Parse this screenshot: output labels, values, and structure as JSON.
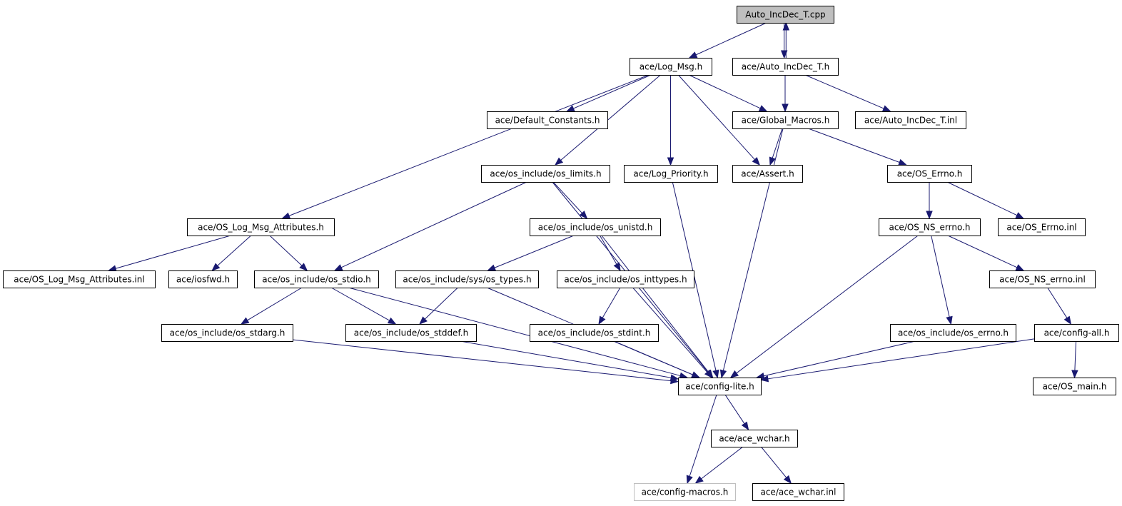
{
  "colors": {
    "edge": "#191970",
    "node_border": "#000000",
    "root_fill": "#bfbfbf",
    "missing_border": "#bfbfbf",
    "node_fill": "#ffffff"
  },
  "nodes": [
    {
      "id": "auto_cpp",
      "label": "Auto_IncDec_T.cpp",
      "kind": "root"
    },
    {
      "id": "log_msg",
      "label": "ace/Log_Msg.h"
    },
    {
      "id": "auto_h",
      "label": "ace/Auto_IncDec_T.h"
    },
    {
      "id": "default_const",
      "label": "ace/Default_Constants.h"
    },
    {
      "id": "global_macros",
      "label": "ace/Global_Macros.h"
    },
    {
      "id": "auto_inl",
      "label": "ace/Auto_IncDec_T.inl"
    },
    {
      "id": "os_limits",
      "label": "ace/os_include/os_limits.h"
    },
    {
      "id": "log_priority",
      "label": "ace/Log_Priority.h"
    },
    {
      "id": "assert",
      "label": "ace/Assert.h"
    },
    {
      "id": "os_errno",
      "label": "ace/OS_Errno.h"
    },
    {
      "id": "os_log_attr",
      "label": "ace/OS_Log_Msg_Attributes.h"
    },
    {
      "id": "os_unistd",
      "label": "ace/os_include/os_unistd.h"
    },
    {
      "id": "os_ns_errno",
      "label": "ace/OS_NS_errno.h"
    },
    {
      "id": "os_errno_inl",
      "label": "ace/OS_Errno.inl"
    },
    {
      "id": "os_log_attr_inl",
      "label": "ace/OS_Log_Msg_Attributes.inl"
    },
    {
      "id": "iosfwd",
      "label": "ace/iosfwd.h"
    },
    {
      "id": "os_stdio",
      "label": "ace/os_include/os_stdio.h"
    },
    {
      "id": "sys_types",
      "label": "ace/os_include/sys/os_types.h"
    },
    {
      "id": "os_inttypes",
      "label": "ace/os_include/os_inttypes.h"
    },
    {
      "id": "os_ns_errno_inl",
      "label": "ace/OS_NS_errno.inl"
    },
    {
      "id": "os_stdarg",
      "label": "ace/os_include/os_stdarg.h"
    },
    {
      "id": "os_stddef",
      "label": "ace/os_include/os_stddef.h"
    },
    {
      "id": "os_stdint",
      "label": "ace/os_include/os_stdint.h"
    },
    {
      "id": "os_include_errno",
      "label": "ace/os_include/os_errno.h"
    },
    {
      "id": "config_all",
      "label": "ace/config-all.h"
    },
    {
      "id": "config_lite",
      "label": "ace/config-lite.h"
    },
    {
      "id": "os_main",
      "label": "ace/OS_main.h"
    },
    {
      "id": "ace_wchar",
      "label": "ace/ace_wchar.h"
    },
    {
      "id": "config_macros",
      "label": "ace/config-macros.h",
      "kind": "missing"
    },
    {
      "id": "ace_wchar_inl",
      "label": "ace/ace_wchar.inl"
    }
  ],
  "edges": [
    [
      "auto_cpp",
      "log_msg"
    ],
    [
      "auto_cpp",
      "auto_h"
    ],
    [
      "auto_h",
      "auto_cpp"
    ],
    [
      "log_msg",
      "default_const"
    ],
    [
      "log_msg",
      "global_macros"
    ],
    [
      "log_msg",
      "os_limits"
    ],
    [
      "log_msg",
      "log_priority"
    ],
    [
      "log_msg",
      "assert"
    ],
    [
      "log_msg",
      "os_log_attr"
    ],
    [
      "auto_h",
      "global_macros"
    ],
    [
      "auto_h",
      "auto_inl"
    ],
    [
      "global_macros",
      "assert"
    ],
    [
      "global_macros",
      "os_errno"
    ],
    [
      "global_macros",
      "config_lite"
    ],
    [
      "os_limits",
      "os_unistd"
    ],
    [
      "os_limits",
      "os_stdio"
    ],
    [
      "os_limits",
      "config_lite"
    ],
    [
      "log_priority",
      "config_lite"
    ],
    [
      "os_errno",
      "os_ns_errno"
    ],
    [
      "os_errno",
      "os_errno_inl"
    ],
    [
      "os_log_attr",
      "os_log_attr_inl"
    ],
    [
      "os_log_attr",
      "iosfwd"
    ],
    [
      "os_log_attr",
      "os_stdio"
    ],
    [
      "os_unistd",
      "sys_types"
    ],
    [
      "os_unistd",
      "os_inttypes"
    ],
    [
      "os_unistd",
      "config_lite"
    ],
    [
      "os_ns_errno",
      "os_ns_errno_inl"
    ],
    [
      "os_ns_errno",
      "os_include_errno"
    ],
    [
      "os_ns_errno",
      "config_lite"
    ],
    [
      "os_stdio",
      "os_stdarg"
    ],
    [
      "os_stdio",
      "os_stddef"
    ],
    [
      "os_stdio",
      "config_lite"
    ],
    [
      "sys_types",
      "os_stddef"
    ],
    [
      "sys_types",
      "config_lite"
    ],
    [
      "os_inttypes",
      "os_stdint"
    ],
    [
      "os_inttypes",
      "config_lite"
    ],
    [
      "os_ns_errno_inl",
      "config_all"
    ],
    [
      "os_stdarg",
      "config_lite"
    ],
    [
      "os_stddef",
      "config_lite"
    ],
    [
      "os_stdint",
      "config_lite"
    ],
    [
      "os_include_errno",
      "config_lite"
    ],
    [
      "config_all",
      "config_lite"
    ],
    [
      "config_all",
      "os_main"
    ],
    [
      "config_lite",
      "ace_wchar"
    ],
    [
      "config_lite",
      "config_macros"
    ],
    [
      "ace_wchar",
      "config_macros"
    ],
    [
      "ace_wchar",
      "ace_wchar_inl"
    ]
  ]
}
